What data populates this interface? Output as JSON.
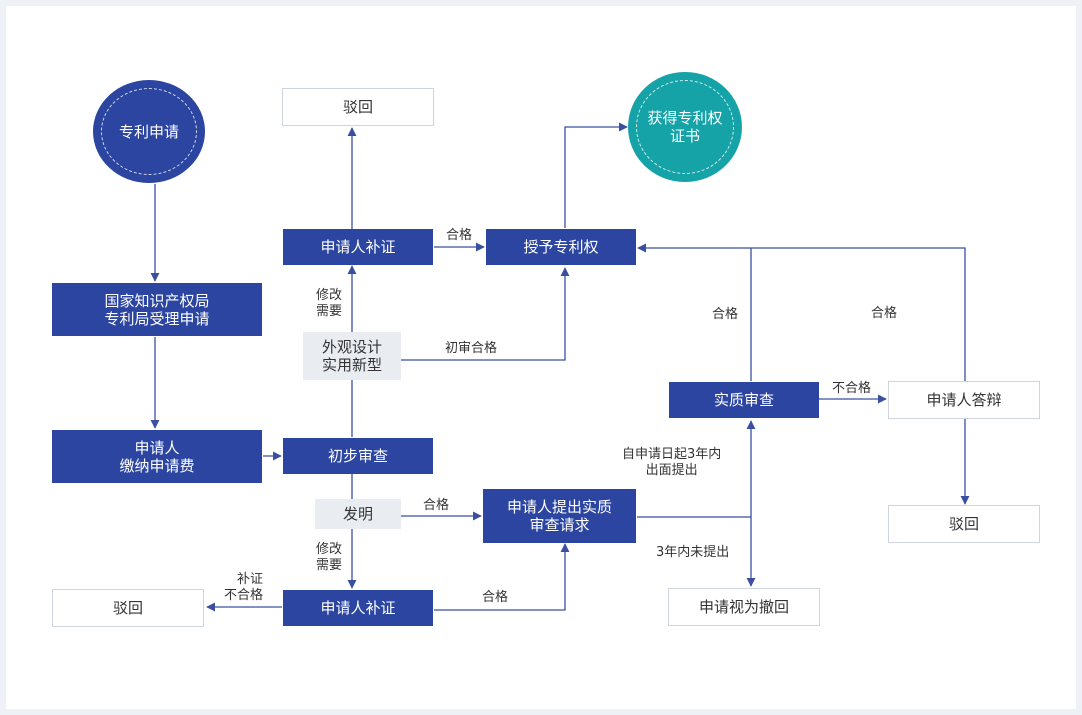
{
  "colors": {
    "primary": "#2b45a0",
    "teal": "#16a3a8",
    "line": "#3b4fa0"
  },
  "nodes": {
    "apply": "专利申请",
    "office": "国家知识产权局\n专利局受理申请",
    "pay_fee": "申请人\n缴纳申请费",
    "prelim": "初步审查",
    "design_utility": "外观设计\n实用新型",
    "invention": "发明",
    "supplement_top": "申请人补证",
    "reject_top": "驳回",
    "grant": "授予专利权",
    "certificate": "获得专利权\n证书",
    "supplement_bottom": "申请人补证",
    "reject_left": "驳回",
    "request_exam": "申请人提出实质\n审查请求",
    "substantive": "实质审查",
    "withdrawn": "申请视为撤回",
    "defense": "申请人答辩",
    "reject_right": "驳回"
  },
  "labels": {
    "pass_1": "合格",
    "modify_top": "修改\n需要",
    "prelim_pass": "初审合格",
    "pass_invention": "合格",
    "modify_bottom": "修改\n需要",
    "supplement_fail": "补证\n不合格",
    "pass_bottom": "合格",
    "pass_substantive": "合格",
    "pass_defense": "合格",
    "fail": "不合格",
    "within_3y": "自申请日起3年内\n出面提出",
    "not_within_3y": "3年内未提出"
  }
}
